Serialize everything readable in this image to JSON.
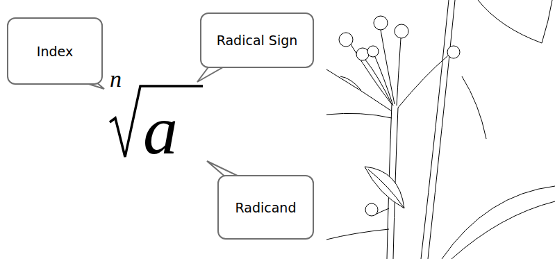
{
  "diagram": {
    "nodes": [
      {
        "text": [
          "Index"
        ]
      },
      {
        "text": [
          "Radical Sign"
        ]
      },
      {
        "text": [
          "Radicand"
        ]
      }
    ],
    "labels": [
      "n",
      "a"
    ]
  }
}
